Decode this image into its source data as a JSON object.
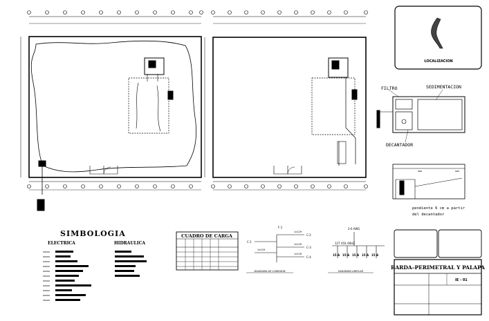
{
  "sheet": {
    "title": "BARDA–PERIMETRAL Y PALAPA",
    "sheet_number": "IE - 01"
  },
  "location_panel": {
    "caption": "LOCALIZACION"
  },
  "septic_detail": {
    "filter_label": "FILTRO",
    "sedimentation_label": "SEDIMENTACION",
    "decanter_label": "DECANTADOR",
    "slope_note_line1": "pendiente 6 cm a partir",
    "slope_note_line2": "del decantador"
  },
  "legend": {
    "title": "SIMBOLOGIA",
    "electrical_heading": "ELECTRICA",
    "hydraulic_heading": "HIDRAULICA"
  },
  "load_table": {
    "title": "CUADRO DE CARGA"
  },
  "diagrams": {
    "connection_caption": "DIAGRAMA DE CONEXION",
    "unifilar_caption": "DIAGRAMA UNIFILAR",
    "unifilar_main": "2-6 AWG",
    "unifilar_bus": "127 VOL 60HZ",
    "unifilar_breakers": [
      "15 A",
      "15 A",
      "15 A",
      "15 A",
      "15 A"
    ],
    "connection_labels": [
      "F-1",
      "C-1",
      "C-2",
      "C-3",
      "C-4",
      "1x12H",
      "1x12H",
      "1x12H",
      "1x12H"
    ]
  },
  "colors": {
    "ink": "#000000",
    "paper": "#ffffff",
    "shade": "#444444"
  }
}
